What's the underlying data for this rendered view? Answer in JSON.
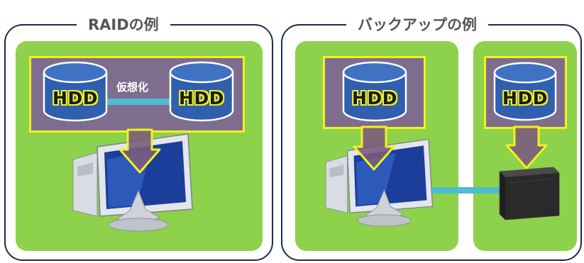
{
  "raid": {
    "title": "RAIDの例",
    "disk1": "HDD",
    "disk2": "HDD",
    "link_label": "仮想化"
  },
  "backup": {
    "title": "バックアップの例",
    "disk1": "HDD",
    "disk2": "HDD"
  },
  "colors": {
    "frame": "#1c2b52",
    "panel": "#8ed14b",
    "box": "#7e6d8e",
    "box_border": "#f2f21a",
    "cylinder": "#2f5fae",
    "arrow": "#7a5c7e",
    "connector": "#4dbdd0"
  },
  "icons": [
    "database-cylinder-icon",
    "desktop-pc-icon",
    "external-drive-icon",
    "down-arrow-icon"
  ]
}
